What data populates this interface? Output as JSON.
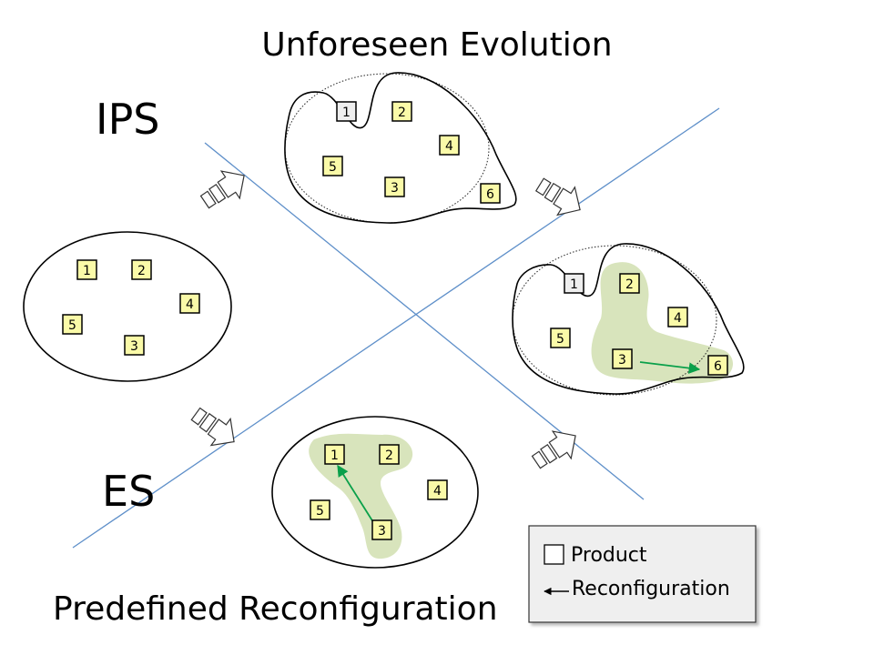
{
  "titles": {
    "top": "Unforeseen Evolution",
    "bottom": "Predefined Reconfiguration",
    "ips": "IPS",
    "es": "ES"
  },
  "colors": {
    "product_fill": "#fafaa8",
    "product_gray": "#eeeeee",
    "cluster": "#d8e4bc",
    "reconfig_arrow": "#0aa04a",
    "axis_line": "#5e8fc9",
    "legend_bg": "#efefef"
  },
  "legend": {
    "product": "Product",
    "reconfiguration": "Reconfiguration"
  },
  "panels": {
    "left": {
      "products": [
        "1",
        "2",
        "4",
        "5",
        "3"
      ]
    },
    "top": {
      "products": [
        "1",
        "2",
        "4",
        "5",
        "3",
        "6"
      ]
    },
    "right": {
      "products": [
        "1",
        "2",
        "4",
        "5",
        "3",
        "6"
      ],
      "reconfiguration": [
        "3",
        "6"
      ]
    },
    "bottom": {
      "products": [
        "1",
        "2",
        "4",
        "5",
        "3"
      ],
      "reconfiguration": [
        "3",
        "1"
      ]
    }
  },
  "icons": [
    "transition-arrow-icon",
    "reconfiguration-arrow-icon",
    "product-box-icon"
  ]
}
